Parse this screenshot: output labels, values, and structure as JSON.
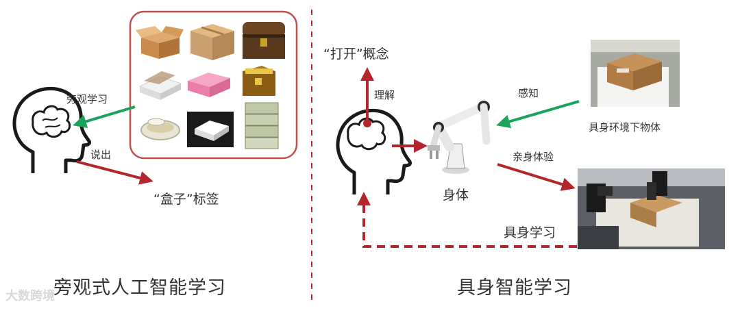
{
  "left_section": {
    "title": "旁观式人工智能学习",
    "label_observe": "旁观学习",
    "label_say": "说出",
    "label_tag": "“盒子”标签"
  },
  "right_section": {
    "title": "具身智能学习",
    "label_concept": "“打开”概念",
    "label_understand": "理解",
    "label_perceive": "感知",
    "label_env_object": "具身环境下物体",
    "label_experience": "亲身体验",
    "label_body": "身体",
    "label_embodied_learning": "具身学习"
  },
  "watermark": "大数跨境",
  "colors": {
    "red": "#b3262b",
    "green": "#1aa35a",
    "frame": "#c0504d",
    "divider": "#b3262b"
  }
}
